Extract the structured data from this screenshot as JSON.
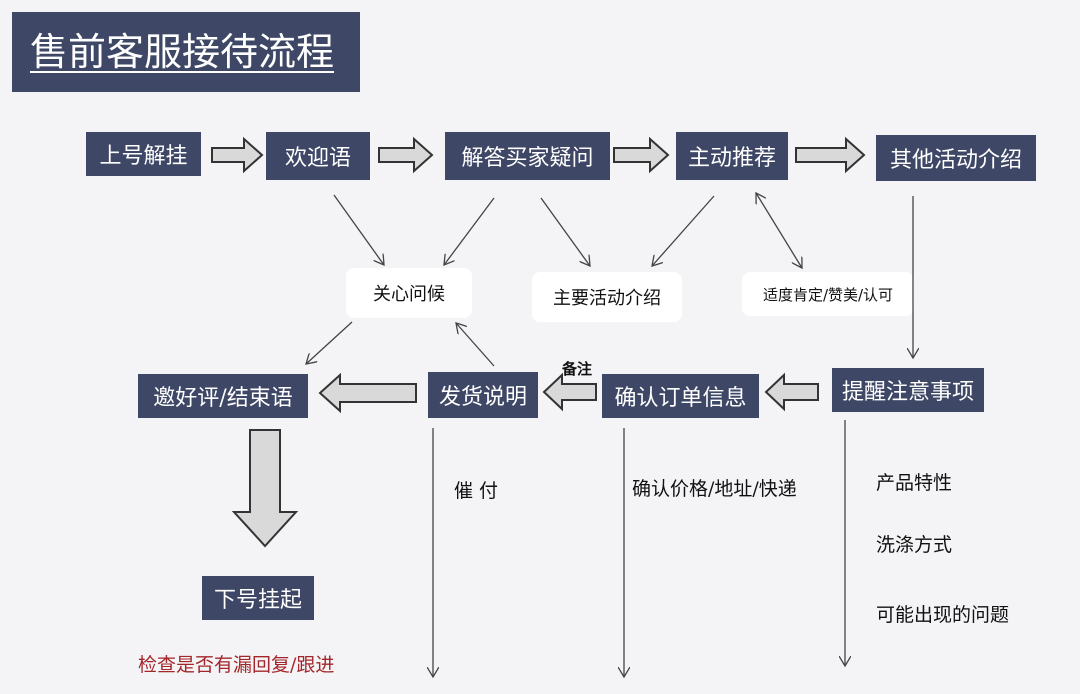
{
  "title": "售前客服接待流程",
  "nodes": {
    "shangHao": "上号解挂",
    "welcome": "欢迎语",
    "answer": "解答买家疑问",
    "recommend": "主动推荐",
    "otherActivity": "其他活动介绍",
    "reminder": "提醒注意事项",
    "confirmOrder": "确认订单信息",
    "shippingNote": "发货说明",
    "goodReview": "邀好评/结束语",
    "logout": "下号挂起"
  },
  "pills": {
    "care": "关心问候",
    "mainActivity": "主要活动介绍",
    "praise": "适度肯定/赞美/认可"
  },
  "notes": {
    "remark": "备注",
    "urge": "催 付",
    "confirmDetails": "确认价格/地址/快递",
    "productFeatures": "产品特性",
    "washing": "洗涤方式",
    "possibleIssues": "可能出现的问题",
    "checkReply": "检查是否有漏回复/跟进"
  },
  "colors": {
    "node": "#3e4766",
    "background": "#f4f4f6",
    "arrowFill": "#d9d9d9",
    "red": "#a3262a"
  }
}
